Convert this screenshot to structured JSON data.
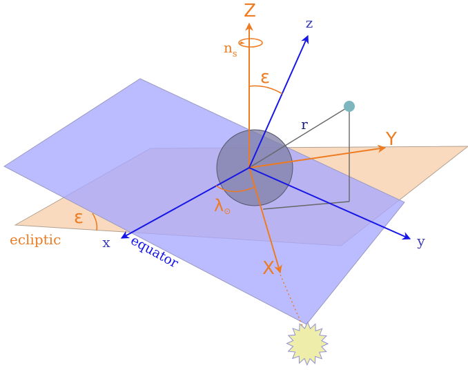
{
  "labels": {
    "Z": "Z",
    "z": "z",
    "ns_base": "n",
    "ns_sub": "s",
    "epsilon_top": "ε",
    "r": "r",
    "Y": "Y",
    "lambda_base": "λ",
    "lambda_sub": "⊙",
    "epsilon_left": "ε",
    "ecliptic": "ecliptic",
    "x": "x",
    "equator": "equator",
    "X": "X",
    "y": "y"
  },
  "colors": {
    "orange": "#ec7b22",
    "blue": "#1616e6",
    "equator_plane": "#b8b8ff",
    "ecliptic_plane": "#f9d3b3",
    "earth": "#7f7fa6",
    "gray_line": "#666666",
    "point": "#7db6be",
    "sun_fill": "#eeeeaa",
    "sun_stroke": "#8f8fd4"
  }
}
